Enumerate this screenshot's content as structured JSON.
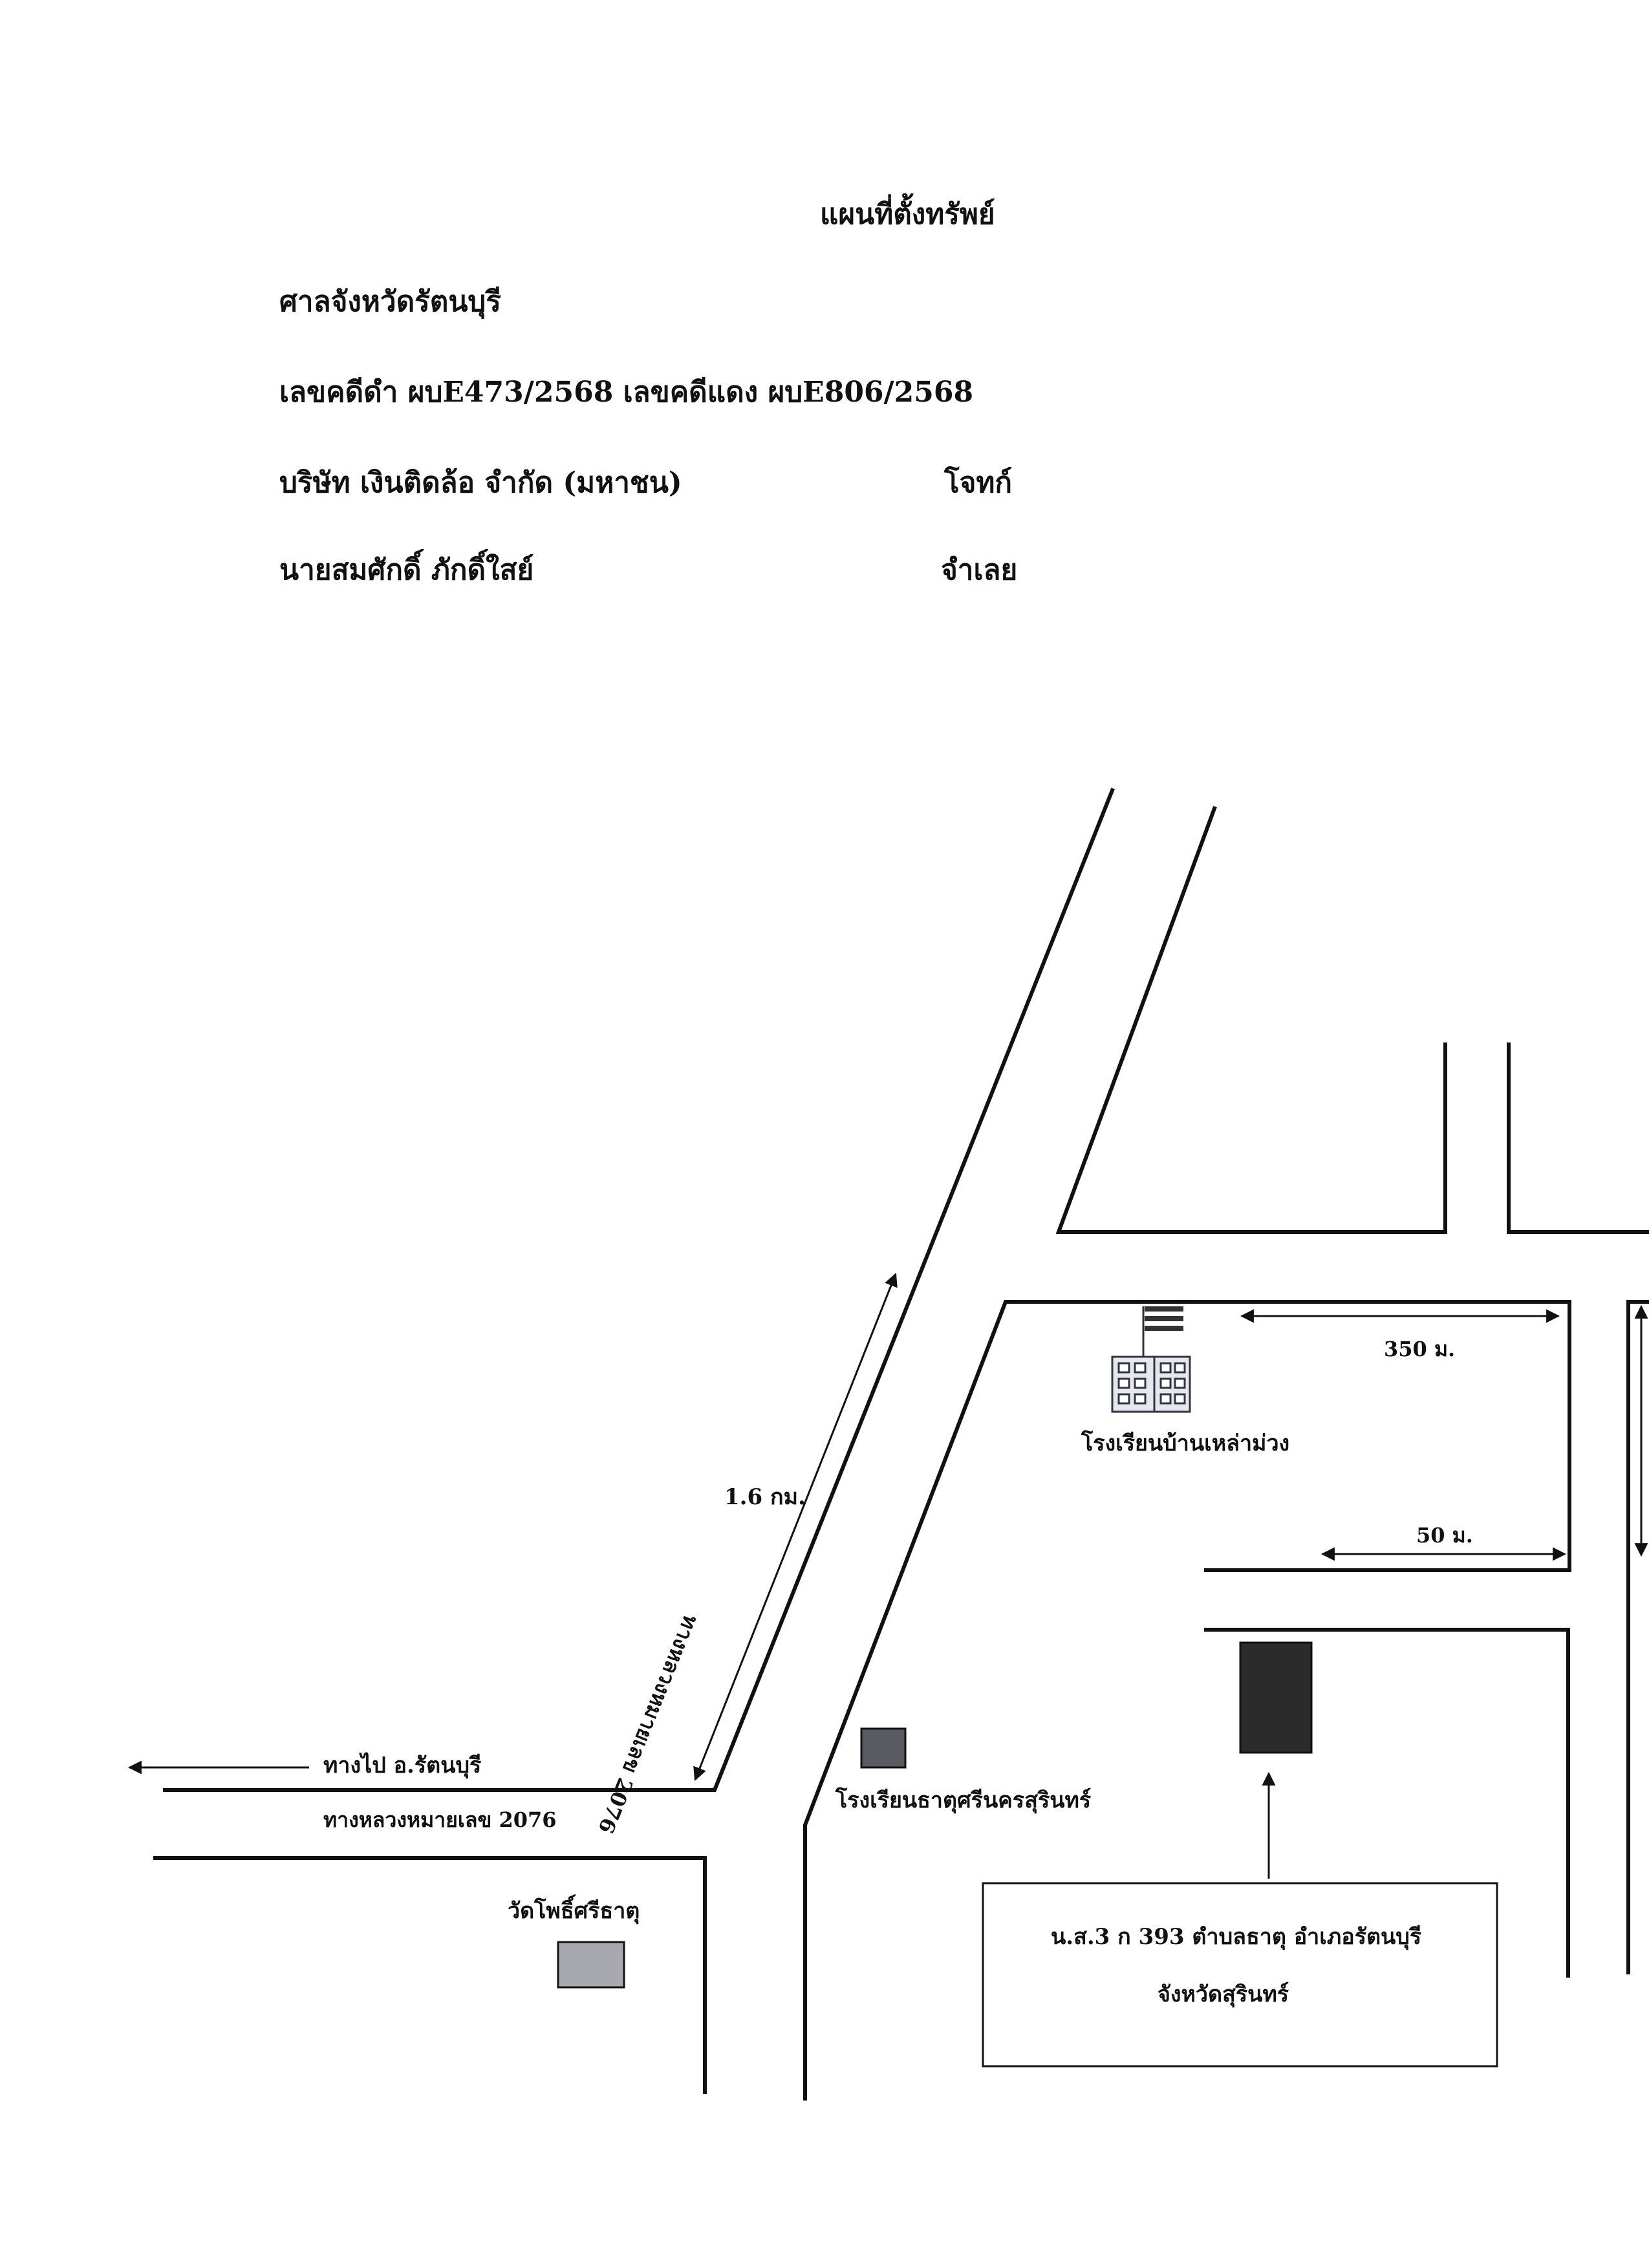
{
  "document": {
    "title": "แผนที่ตั้งทรัพย์",
    "court": "ศาลจังหวัดรัตนบุรี",
    "case_numbers": "เลขคดีดำ ผบE473/2568 เลขคดีแดง ผบE806/2568",
    "plaintiff_name": "บริษัท เงินติดล้อ จำกัด (มหาชน)",
    "plaintiff_role": "โจทก์",
    "defendant_name": "นายสมศักดิ์ ภักดิ์ใสย์",
    "defendant_role": "จำเลย"
  },
  "map": {
    "distance_road": "1.6 กม.",
    "road_name_vertical": "ทางหลวงหมายเลข 2076",
    "direction_label": "ทางไป อ.รัตนบุรี",
    "road_name_horizontal": "ทางหลวงหมายเลข 2076",
    "temple": "วัดโพธิ์ศรีธาตุ",
    "school_1": "โรงเรียนบ้านเหล่าม่วง",
    "school_2": "โรงเรียนธาตุศรีนครสุรินทร์",
    "distance_350": "350 ม.",
    "distance_50": "50 ม.",
    "property_line1": "น.ส.3 ก 393 ตำบลธาตุ อำเภอรัตนบุรี",
    "property_line2": "จังหวัดสุรินทร์"
  },
  "colors": {
    "temple_fill": "#a8a8b0",
    "school_fill": "#5a5a62",
    "property_fill": "#2b2b2b"
  }
}
